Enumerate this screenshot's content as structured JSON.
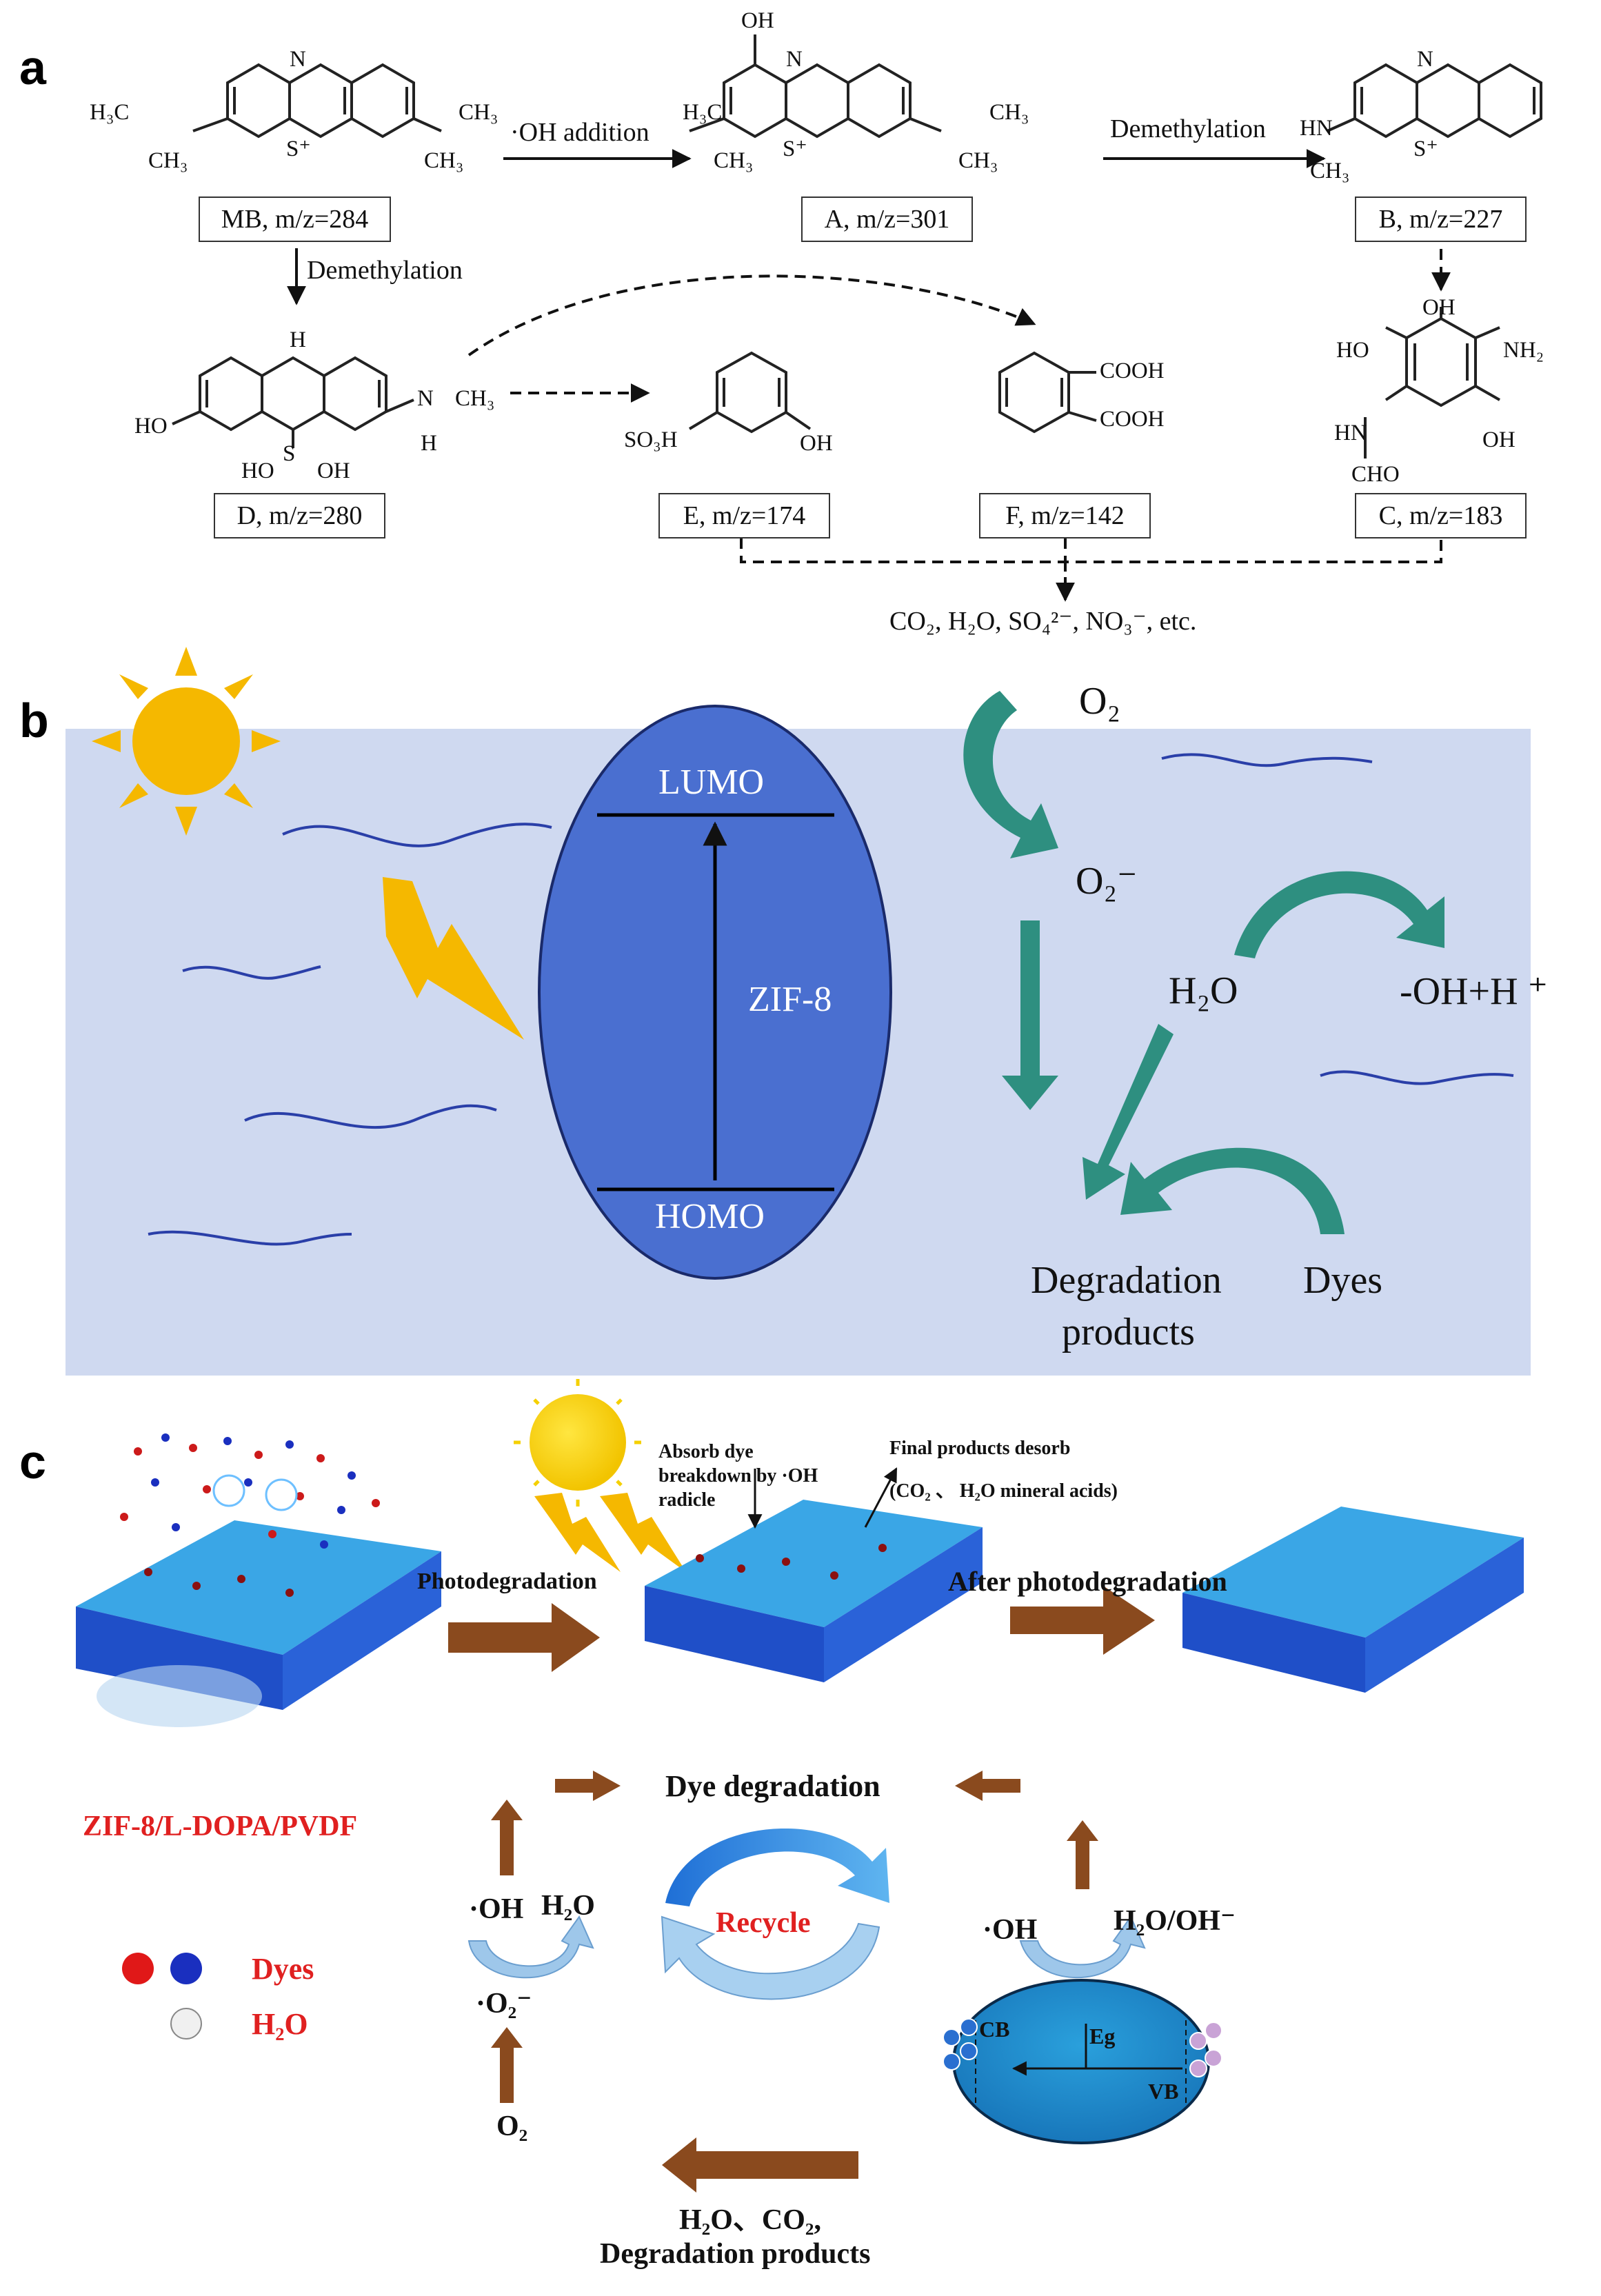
{
  "panels": {
    "a": "a",
    "b": "b",
    "c": "c"
  },
  "panel_a": {
    "arrow_oh_addition": "·OH addition",
    "arrow_demethylation_1": "Demethylation",
    "arrow_demethylation_2": "Demethylation",
    "compounds": {
      "mb": "MB, m/z=284",
      "a": "A, m/z=301",
      "b": "B, m/z=227",
      "c": "C, m/z=183",
      "d": "D, m/z=280",
      "e": "E, m/z=174",
      "f": "F, m/z=142"
    },
    "final_products": "CO₂, H₂O, SO₄²⁻, NO₃⁻, etc.",
    "atoms": {
      "n": "N",
      "s": "S⁺",
      "oh": "OH",
      "ho": "HO",
      "h": "H",
      "s_plain": "S",
      "h3c_n": "H₃C",
      "ch3": "CH₃",
      "hn": "HN",
      "nh2": "NH₂",
      "cho": "CHO",
      "so3h": "SO₃H",
      "cooh": "COOH"
    }
  },
  "panel_b": {
    "lumo": "LUMO",
    "homo": "HOMO",
    "material": "ZIF-8",
    "o2": "O₂",
    "o2_radical": "O₂⁻",
    "h2o": "H₂O",
    "oh_h": "-OH+H ⁺",
    "degradation_products_1": "Degradation",
    "degradation_products_2": "products",
    "dyes": "Dyes",
    "colors": {
      "background": "#cfd9f0",
      "ellipse": "#4a6fd0",
      "arrow": "#2e8f80",
      "sun": "#f5b800",
      "wave": "#2a3fa8"
    }
  },
  "panel_c": {
    "absorb_1": "Absorb dye",
    "absorb_2": "breakdown by ·OH",
    "absorb_3": "radicle",
    "final_desorb_1": "Final products desorb",
    "final_desorb_2": "(CO₂ 、 H₂O mineral acids)",
    "photodegradation": "Photodegradation",
    "after_photodegradation": "After photodegradation",
    "membrane_label": "ZIF-8/L-DOPA/PVDF",
    "dye_degradation": "Dye degradation",
    "recycle": "Recycle",
    "oh_radical_left": "·OH",
    "h2o_left": "H₂O",
    "o2_radical_left": "·O₂⁻",
    "o2_left": "O₂",
    "oh_radical_right": "·OH",
    "h2o_oh_right": "H₂O/OH⁻",
    "cb": "CB",
    "vb": "VB",
    "eg": "Eg",
    "bottom_1": "H₂O、CO₂,",
    "bottom_2": "Degradation products",
    "legend_dyes": "Dyes",
    "legend_h2o": "H₂O"
  }
}
